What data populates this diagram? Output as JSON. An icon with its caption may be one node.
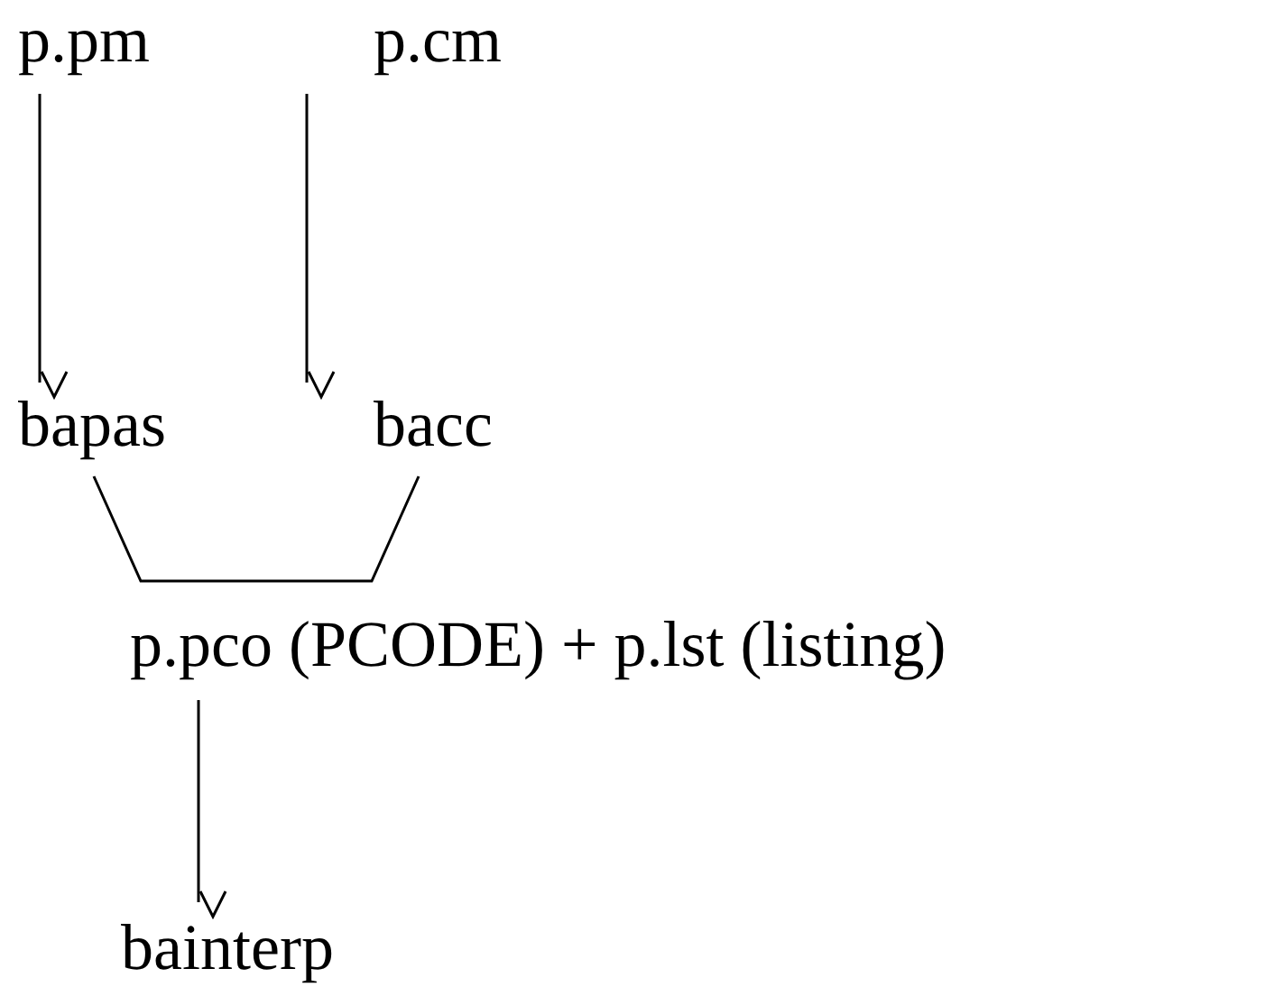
{
  "diagram": {
    "nodes": [
      {
        "text": [
          "p.pm"
        ]
      },
      {
        "text": [
          "p.cm"
        ]
      },
      {
        "text": [
          "bapas"
        ]
      },
      {
        "text": [
          "bacc"
        ]
      },
      {
        "text": [
          "p.pco (PCODE) + p.lst (listing)"
        ]
      },
      {
        "text": [
          "bainterp"
        ]
      }
    ],
    "edges": [
      {
        "from": 0,
        "to": 2,
        "arrow": "to"
      },
      {
        "from": 1,
        "to": 3,
        "arrow": "to"
      },
      {
        "from": 2,
        "to": 4,
        "arrow": "none"
      },
      {
        "from": 3,
        "to": 4,
        "arrow": "none"
      },
      {
        "from": 4,
        "to": 5,
        "arrow": "to"
      }
    ]
  }
}
